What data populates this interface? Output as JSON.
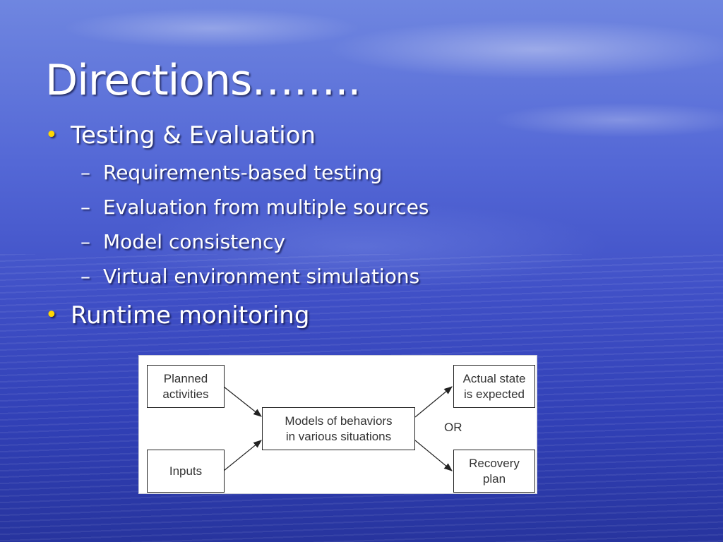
{
  "slide": {
    "title": "Directions……..",
    "bullets": [
      {
        "text": "Testing & Evaluation",
        "sub": [
          "Requirements-based testing",
          "Evaluation from multiple sources",
          "Model consistency",
          "Virtual environment simulations"
        ]
      },
      {
        "text": "Runtime monitoring",
        "sub": []
      }
    ],
    "bullet_glyph": "•",
    "dash_glyph": "–"
  },
  "diagram": {
    "planned": [
      "Planned",
      "activities"
    ],
    "inputs": [
      "Inputs"
    ],
    "models": [
      "Models of behaviors",
      "in various situations"
    ],
    "actual": [
      "Actual state",
      "is expected"
    ],
    "recovery": [
      "Recovery",
      "plan"
    ],
    "or_label": "OR"
  },
  "colors": {
    "bullet": "#ffd700",
    "text": "#ffffff",
    "background_top": "#6f86e0",
    "background_bottom": "#27349e"
  }
}
